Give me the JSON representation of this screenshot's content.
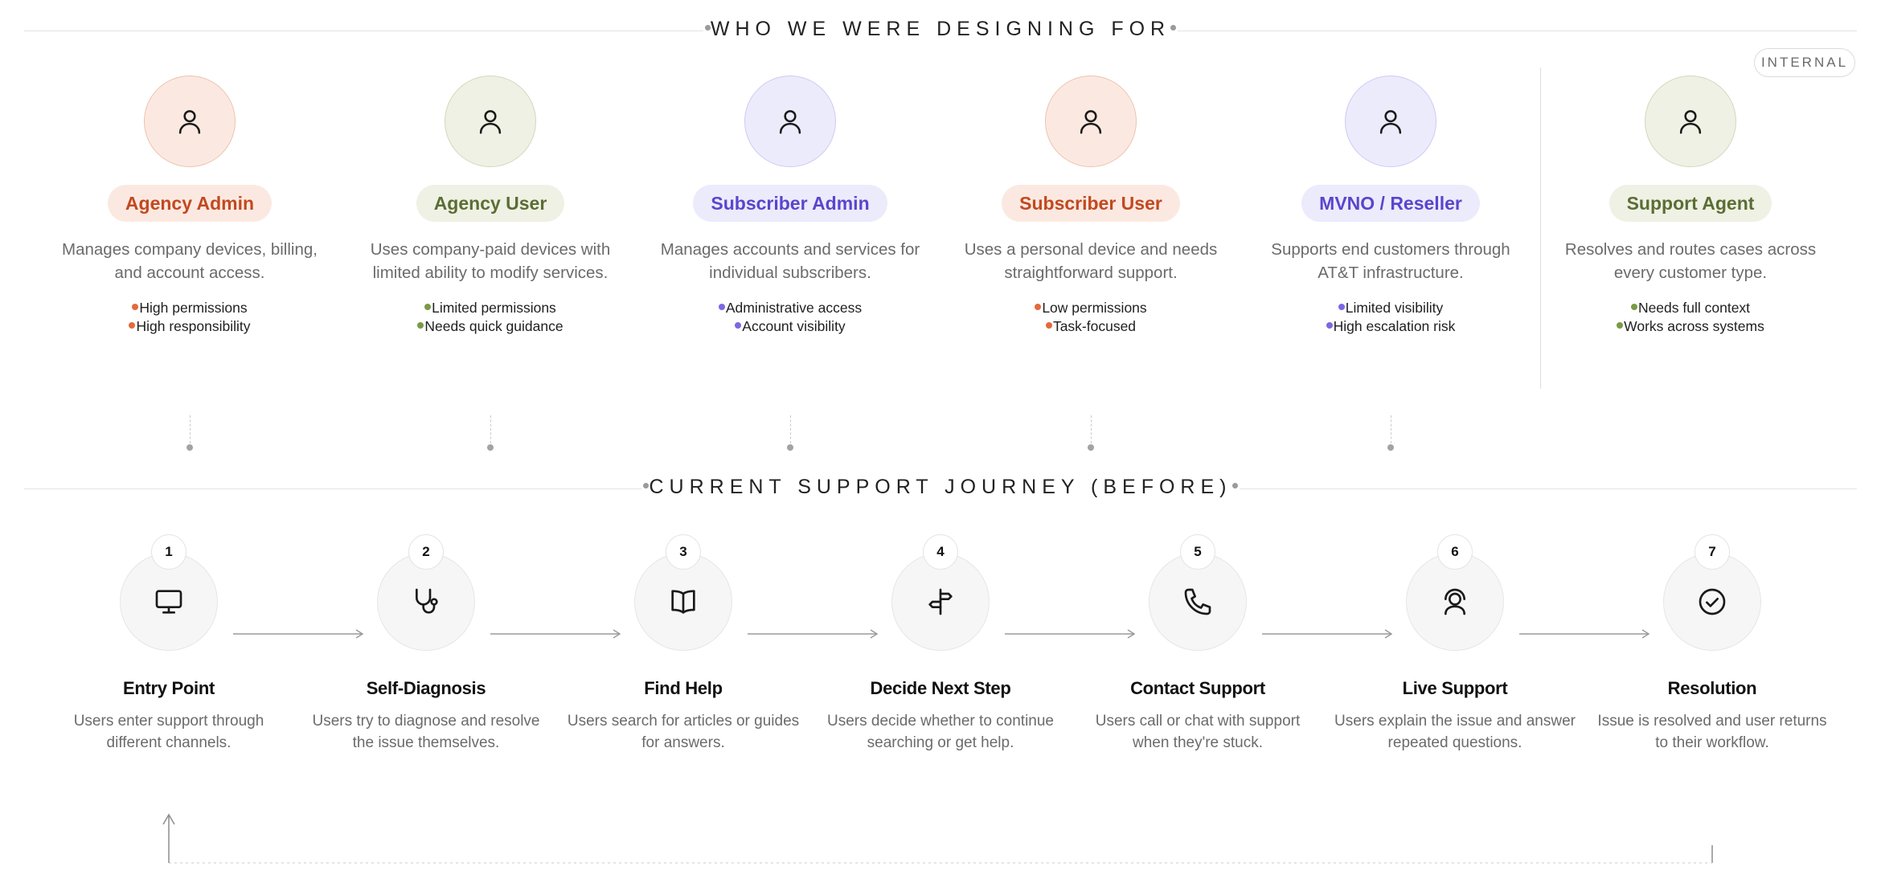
{
  "section1": {
    "title": "WHO WE WERE DESIGNING FOR"
  },
  "badge_internal": "INTERNAL",
  "personas": [
    {
      "name": "Agency Admin",
      "description": "Manages company devices, billing, and account access.",
      "traits": [
        "High permissions",
        "High responsibility"
      ],
      "accent": "#c2491f",
      "bg": "#fbe9e1",
      "border": "#ecc3b1",
      "dot": "#e26a3e"
    },
    {
      "name": "Agency User",
      "description": "Uses company-paid devices with limited ability to modify services.",
      "traits": [
        "Limited permissions",
        "Needs quick guidance"
      ],
      "accent": "#5b6d34",
      "bg": "#eef1e4",
      "border": "#d1d9bd",
      "dot": "#7a9a45"
    },
    {
      "name": "Subscriber Admin",
      "description": "Manages accounts and services for individual subscribers.",
      "traits": [
        "Administrative access",
        "Account visibility"
      ],
      "accent": "#5a45cc",
      "bg": "#ecebfc",
      "border": "#cfcaf3",
      "dot": "#7a68e6"
    },
    {
      "name": "Subscriber User",
      "description": "Uses a personal device and needs straightforward support.",
      "traits": [
        "Low permissions",
        "Task-focused"
      ],
      "accent": "#c2491f",
      "bg": "#fbe9e1",
      "border": "#ecc3b1",
      "dot": "#e26a3e"
    },
    {
      "name": "MVNO / Reseller",
      "description": "Supports end customers through AT&T infrastructure.",
      "traits": [
        "Limited visibility",
        "High escalation risk"
      ],
      "accent": "#5a45cc",
      "bg": "#ecebfc",
      "border": "#cfcaf3",
      "dot": "#7a68e6"
    },
    {
      "name": "Support Agent",
      "description": "Resolves and routes cases across every customer type.",
      "traits": [
        "Needs full context",
        "Works across systems"
      ],
      "accent": "#5b6d34",
      "bg": "#eef1e4",
      "border": "#d1d9bd",
      "dot": "#7a9a45"
    }
  ],
  "section2": {
    "title": "CURRENT SUPPORT JOURNEY (BEFORE)"
  },
  "steps": [
    {
      "num": "1",
      "title": "Entry Point",
      "description": "Users enter support through different channels.",
      "icon": "monitor-icon"
    },
    {
      "num": "2",
      "title": "Self-Diagnosis",
      "description": "Users try to diagnose and resolve the issue themselves.",
      "icon": "stethoscope-icon"
    },
    {
      "num": "3",
      "title": "Find Help",
      "description": "Users search for articles or guides for answers.",
      "icon": "book-icon"
    },
    {
      "num": "4",
      "title": "Decide Next Step",
      "description": "Users decide whether to continue searching or get help.",
      "icon": "signpost-icon"
    },
    {
      "num": "5",
      "title": "Contact Support",
      "description": "Users call or chat with support when they're stuck.",
      "icon": "phone-icon"
    },
    {
      "num": "6",
      "title": "Live Support",
      "description": "Users explain the issue and answer repeated questions.",
      "icon": "agent-icon"
    },
    {
      "num": "7",
      "title": "Resolution",
      "description": "Issue is resolved and user returns to their workflow.",
      "icon": "check-circle-icon"
    }
  ]
}
